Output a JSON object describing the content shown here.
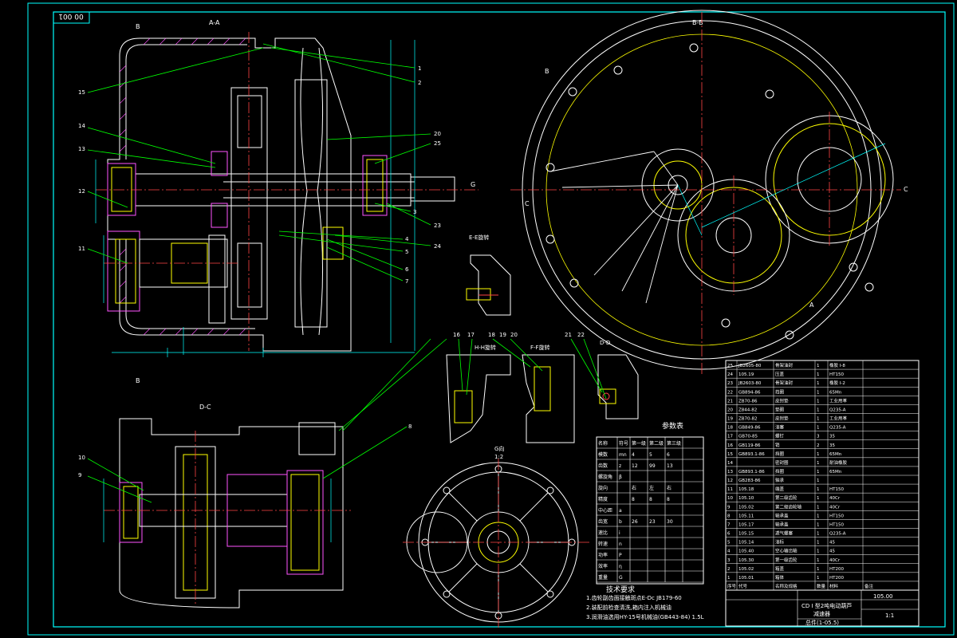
{
  "drawing": {
    "corner_tag": "00 001",
    "colors": {
      "outline": "#ffffff",
      "border": "#00ffff",
      "leader": "#00ff00",
      "centerline": "#ff4444",
      "dimension": "#00ffff",
      "hatch": "#ff55ff",
      "gear": "#ffff00"
    },
    "views": {
      "section_aa": {
        "title": "A-A",
        "markers": [
          "B",
          "B"
        ]
      },
      "section_bb": {
        "title": "B-B",
        "markers": [
          "B",
          "C",
          "C",
          "A"
        ]
      },
      "section_dc": {
        "title": "D-C"
      },
      "detail_ee": {
        "title": "E-E旋转"
      },
      "detail_hh": {
        "title": "H-H旋转"
      },
      "detail_ff": {
        "title": "F-F旋转"
      },
      "detail_dd": {
        "title": "D-D"
      },
      "detail_g": {
        "title": "G向",
        "scale": "1:2"
      }
    },
    "callouts_left": [
      "15",
      "14",
      "13",
      "12",
      "11"
    ],
    "callouts_right": [
      "1",
      "2",
      "20",
      "25",
      "3",
      "23",
      "4",
      "5",
      "6",
      "7",
      "24"
    ],
    "callouts_detail": [
      "16",
      "17",
      "18",
      "19",
      "20",
      "21",
      "22"
    ],
    "callouts_dc": [
      "10",
      "9",
      "8"
    ]
  },
  "param_table": {
    "title": "参数表",
    "headers": [
      "名称",
      "符号",
      "第一级",
      "第二级",
      "第三级"
    ],
    "rows": [
      [
        "模数",
        "mn",
        "4",
        "5",
        "6"
      ],
      [
        "齿数",
        "z",
        "12",
        "99",
        "13"
      ],
      [
        "螺旋角",
        "β",
        "",
        "",
        ""
      ],
      [
        "旋向",
        "",
        "右",
        "左",
        "右"
      ],
      [
        "精度",
        "",
        "8",
        "8",
        "8"
      ],
      [
        "中心距",
        "a",
        "",
        "",
        ""
      ],
      [
        "齿宽",
        "b",
        "26",
        "23",
        "30"
      ],
      [
        "速比",
        "i",
        "",
        "",
        ""
      ],
      [
        "转速",
        "n",
        "",
        "",
        ""
      ],
      [
        "功率",
        "P",
        "",
        "",
        ""
      ],
      [
        "效率",
        "η",
        "",
        "",
        ""
      ],
      [
        "重量",
        "G",
        "",
        "",
        ""
      ]
    ]
  },
  "tech_req": {
    "title": "技术要求",
    "items": [
      "1.齿轮副齿面接触斑点E-Dc    JB179-60",
      "2.装配前检查清洗,箱内注入机械油",
      "3.润滑油选用HY-15号机械油(GB443-84) 1.5L"
    ]
  },
  "parts_list": {
    "rows": [
      [
        "25",
        "JB2605-80",
        "骨架油封",
        "1",
        "橡胶 I-8",
        ""
      ],
      [
        "24",
        "105.19",
        "压盖",
        "1",
        "HT150",
        ""
      ],
      [
        "23",
        "JB2603-80",
        "骨架油封",
        "1",
        "橡胶 I-2",
        ""
      ],
      [
        "22",
        "GB894-86",
        "挡圈",
        "1",
        "65Mn",
        ""
      ],
      [
        "21",
        "ZB70-86",
        "皮封垫",
        "1",
        "工业用革",
        ""
      ],
      [
        "20",
        "Z844-82",
        "垫圈",
        "1",
        "Q235-A",
        ""
      ],
      [
        "19",
        "ZB70-82",
        "皮封垫",
        "1",
        "工业用革",
        ""
      ],
      [
        "18",
        "GB849-86",
        "油塞",
        "1",
        "Q235-A",
        ""
      ],
      [
        "17",
        "GB70-85",
        "螺钉",
        "3",
        "35",
        ""
      ],
      [
        "16",
        "GB119-86",
        "销",
        "2",
        "35",
        ""
      ],
      [
        "15",
        "GB893.1-86",
        "挡圈",
        "1",
        "65Mn",
        ""
      ],
      [
        "14",
        "",
        "密封圈",
        "1",
        "耐油橡胶",
        ""
      ],
      [
        "13",
        "GB893.1-86",
        "挡圈",
        "1",
        "65Mn",
        ""
      ],
      [
        "12",
        "GB283-86",
        "轴承",
        "1",
        "",
        ""
      ],
      [
        "11",
        "105.18",
        "端盖",
        "1",
        "HT150",
        ""
      ],
      [
        "10",
        "105.10",
        "第二级齿轮",
        "1",
        "40Cr",
        ""
      ],
      [
        "9",
        "105.02",
        "第二级齿轮轴",
        "1",
        "40Cr",
        ""
      ],
      [
        "8",
        "105.11",
        "轴承盖",
        "1",
        "HT150",
        ""
      ],
      [
        "7",
        "105.17",
        "轴承盖",
        "1",
        "HT150",
        ""
      ],
      [
        "6",
        "105.15",
        "透气螺塞",
        "1",
        "Q235-A",
        ""
      ],
      [
        "5",
        "105.14",
        "油标",
        "1",
        "45",
        ""
      ],
      [
        "4",
        "105.40",
        "空心输出轴",
        "1",
        "45",
        ""
      ],
      [
        "3",
        "105.30",
        "第一级齿轮",
        "1",
        "40Cr",
        ""
      ],
      [
        "2",
        "105.02",
        "箱盖",
        "1",
        "HT200",
        ""
      ],
      [
        "1",
        "105.01",
        "箱体",
        "1",
        "HT200",
        ""
      ]
    ],
    "header": [
      "序号",
      "代号",
      "名称及规格",
      "数量",
      "材料",
      "备注"
    ]
  },
  "title_block": {
    "name": "CD I 型2吨电动葫芦",
    "subtitle": "减速器",
    "drawing_no": "105.00",
    "scale": "1:1",
    "bottom": "总件(1-05.5)"
  }
}
